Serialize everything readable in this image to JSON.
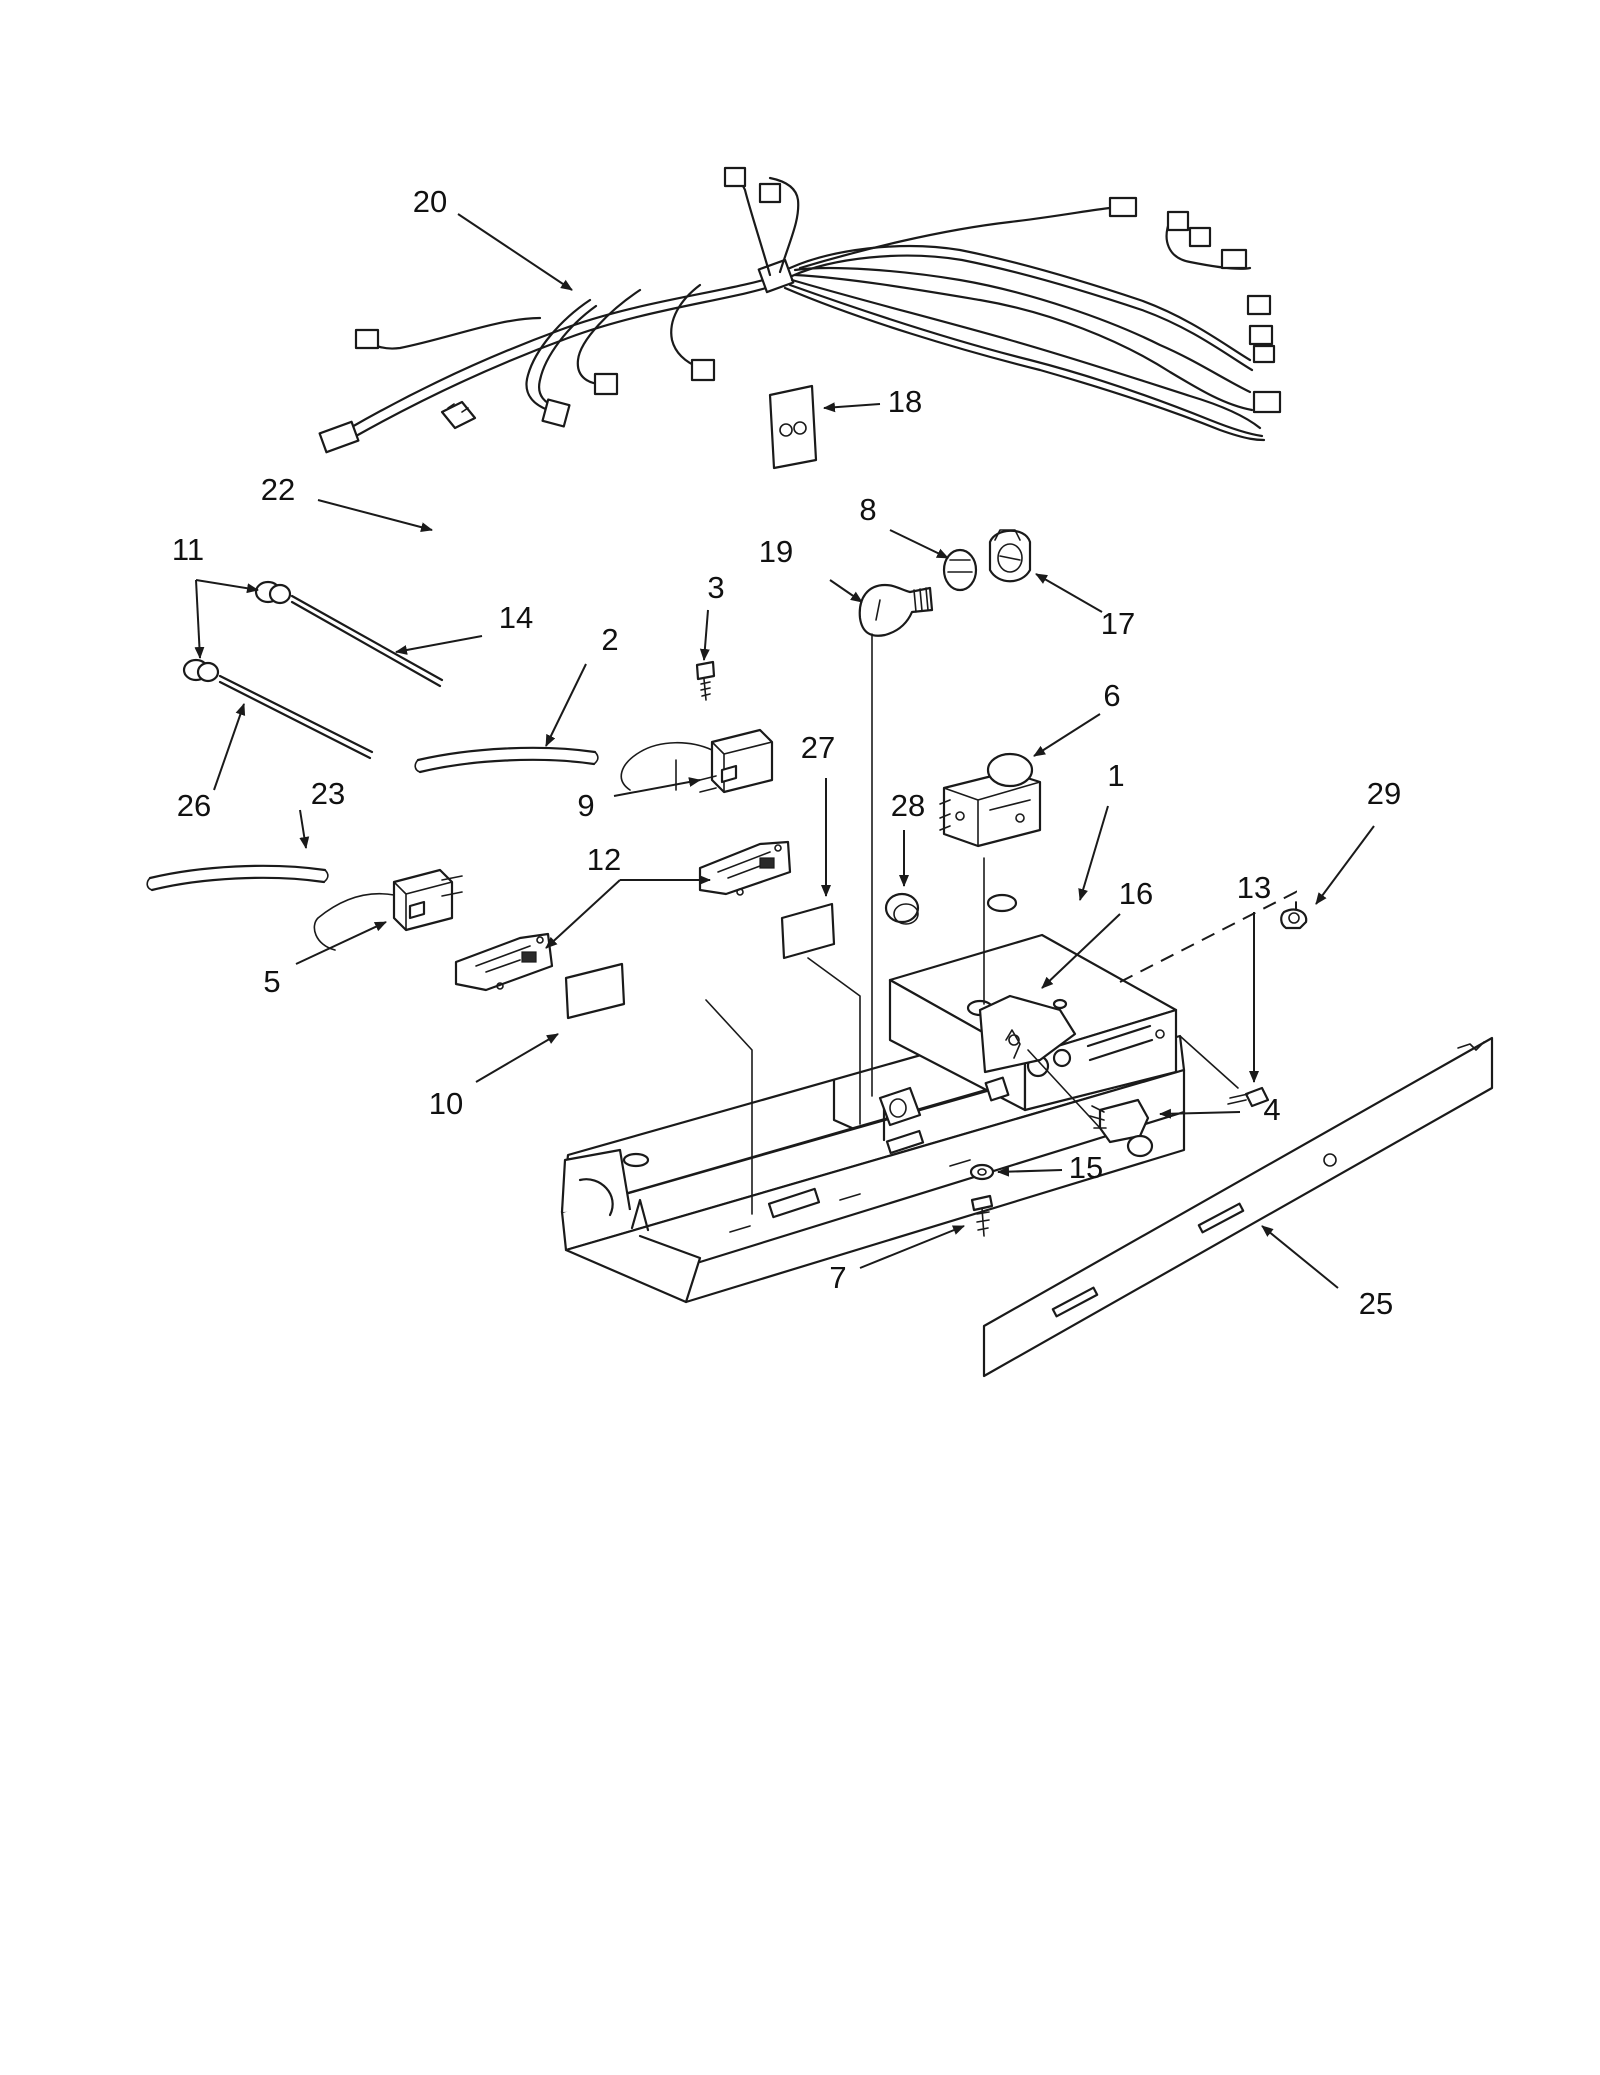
{
  "diagram": {
    "callouts": [
      {
        "id": "c20",
        "label": "20"
      },
      {
        "id": "c18",
        "label": "18"
      },
      {
        "id": "c22",
        "label": "22"
      },
      {
        "id": "c8",
        "label": "8"
      },
      {
        "id": "c19",
        "label": "19"
      },
      {
        "id": "c17",
        "label": "17"
      },
      {
        "id": "c11",
        "label": "11"
      },
      {
        "id": "c14",
        "label": "14"
      },
      {
        "id": "c3",
        "label": "3"
      },
      {
        "id": "c2",
        "label": "2"
      },
      {
        "id": "c6",
        "label": "6"
      },
      {
        "id": "c26",
        "label": "26"
      },
      {
        "id": "c23",
        "label": "23"
      },
      {
        "id": "c9",
        "label": "9"
      },
      {
        "id": "c27",
        "label": "27"
      },
      {
        "id": "c28",
        "label": "28"
      },
      {
        "id": "c1",
        "label": "1"
      },
      {
        "id": "c29",
        "label": "29"
      },
      {
        "id": "c12",
        "label": "12"
      },
      {
        "id": "c16",
        "label": "16"
      },
      {
        "id": "c13",
        "label": "13"
      },
      {
        "id": "c5",
        "label": "5"
      },
      {
        "id": "c10",
        "label": "10"
      },
      {
        "id": "c4",
        "label": "4"
      },
      {
        "id": "c15",
        "label": "15"
      },
      {
        "id": "c7",
        "label": "7"
      },
      {
        "id": "c25",
        "label": "25"
      }
    ]
  }
}
